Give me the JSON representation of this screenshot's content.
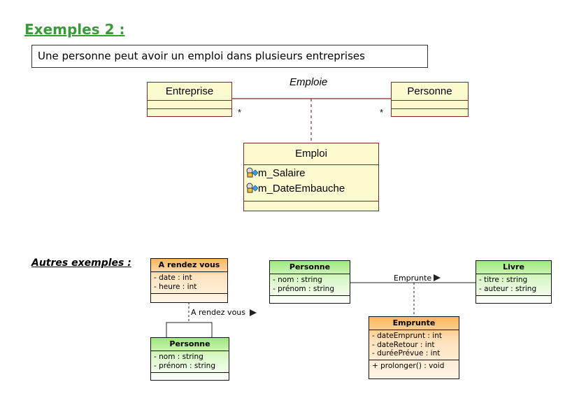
{
  "title": "Exemples 2 :",
  "description": "Une personne peut avoir un emploi dans plusieurs entreprises",
  "top_diagram": {
    "class_left": "Entreprise",
    "class_right": "Personne",
    "association_label": "Emploie",
    "multiplicity_left": "*",
    "multiplicity_right": "*",
    "association_class": {
      "name": "Emploi",
      "attributes": [
        "m_Salaire",
        "m_DateEmbauche"
      ]
    }
  },
  "other_examples_label": "Autres exemples :",
  "bottom_diagrams": {
    "rdv_class": {
      "name": "A rendez vous",
      "attributes": [
        "- date : int",
        "- heure : int"
      ]
    },
    "rdv_label": "A rendez vous",
    "personne_self": {
      "name": "Personne",
      "attributes": [
        "- nom : string",
        "- prénom : string"
      ]
    },
    "personne_right": {
      "name": "Personne",
      "attributes": [
        "- nom : string",
        "- prénom : string"
      ]
    },
    "livre": {
      "name": "Livre",
      "attributes": [
        "- titre : string",
        "- auteur : string"
      ]
    },
    "emprunte_label": "Emprunte",
    "emprunte_class": {
      "name": "Emprunte",
      "attributes": [
        "- dateEmprunt : int",
        "- dateRetour : int",
        "- duréePrévue : int"
      ],
      "operations": [
        "+ prolonger() : void"
      ]
    }
  },
  "colors": {
    "title": "#3a9a3a",
    "uml_border": "#7a2a2a",
    "uml_fill": "#fffbd0",
    "green_class": "#9ee87a",
    "orange_class": "#ffb55c"
  }
}
